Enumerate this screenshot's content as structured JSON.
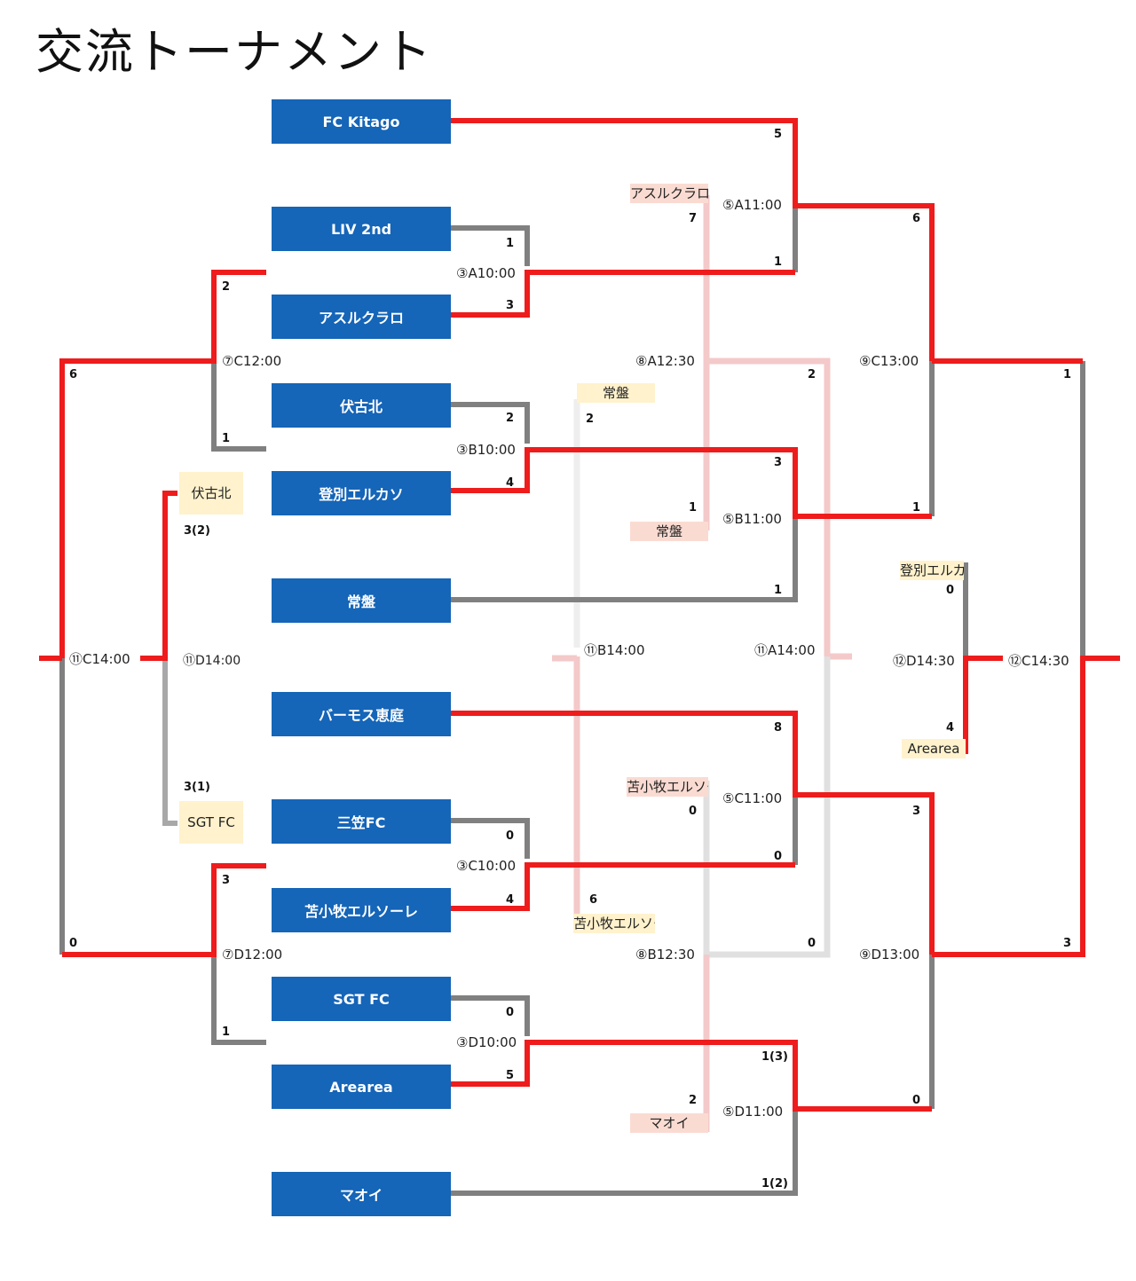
{
  "title": "交流トーナメント",
  "colors": {
    "team_bg": "#1565b8",
    "winner_line": "#ee1c1c",
    "loser_line": "#808080",
    "faint_pink": "#f4c9c9",
    "faint_gray": "#e0e0e0"
  },
  "teams": [
    "FC Kitago",
    "LIV 2nd",
    "アスルクラロ",
    "伏古北",
    "登別エルカソ",
    "常盤",
    "バーモス恵庭",
    "三笠FC",
    "苫小牧エルソーレ",
    "SGT FC",
    "Arearea",
    "マオイ"
  ],
  "matches": {
    "m3a": "③A10:00",
    "m3b": "③B10:00",
    "m3c": "③C10:00",
    "m3d": "③D10:00",
    "m5a": "⑤A11:00",
    "m5b": "⑤B11:00",
    "m5c": "⑤C11:00",
    "m5d": "⑤D11:00",
    "m7c": "⑦C12:00",
    "m7d": "⑦D12:00",
    "m8a": "⑧A12:30",
    "m8b": "⑧B12:30",
    "m9c": "⑨C13:00",
    "m9d": "⑨D13:00",
    "m11c": "⑪C14:00",
    "m11d": "⑪D14:00",
    "m11b": "⑪B14:00",
    "m11a": "⑪A14:00",
    "m12d": "⑫D14:30",
    "m12c": "⑫C14:30"
  },
  "tags": {
    "asuru": "アスルクラロ",
    "tokiwa_top": "常盤",
    "tokiwa_bot": "常盤",
    "fushiko": "伏古北",
    "sgt": "SGT FC",
    "tomako_top": "苫小牧エルソーレ",
    "tomako_bot": "苫小牧エルソーレ",
    "maoi": "マオイ",
    "noboribetsu": "登別エルカソ",
    "arearea": "Arearea"
  },
  "scores": {
    "s_kitago": "5",
    "s_5a_bot": "1",
    "s_liv": "1",
    "s_asuru": "3",
    "s_7c_top": "2",
    "s_7c_bot": "1",
    "s_fushiko": "2",
    "s_noboribetsu": "4",
    "s_5b_top": "3",
    "s_tokiwa": "1",
    "s_11c_top": "6",
    "s_11c_bot": "0",
    "s_9c_top": "6",
    "s_9c_bot": "1",
    "s_12c_top": "1",
    "s_12c_bot": "3",
    "s_8a_asuru": "7",
    "s_8a_tokiwa": "1",
    "s_11a_top": "2",
    "s_11b_tokiwa": "2",
    "s_11d_fushiko": "3(2)",
    "s_11d_sgt": "3(1)",
    "s_vamos": "8",
    "s_mikasa": "0",
    "s_tomako": "4",
    "s_5c_bot": "0",
    "s_7d_top": "3",
    "s_7d_bot": "1",
    "s_sgt": "0",
    "s_arearea": "5",
    "s_5d_top": "1(3)",
    "s_maoi": "1(2)",
    "s_9d_top": "3",
    "s_9d_bot": "0",
    "s_8b_tomako": "0",
    "s_8b_maoi": "2",
    "s_11a_bot": "0",
    "s_11b_tomako": "6",
    "s_12d_top": "0",
    "s_12d_bot": "4"
  }
}
